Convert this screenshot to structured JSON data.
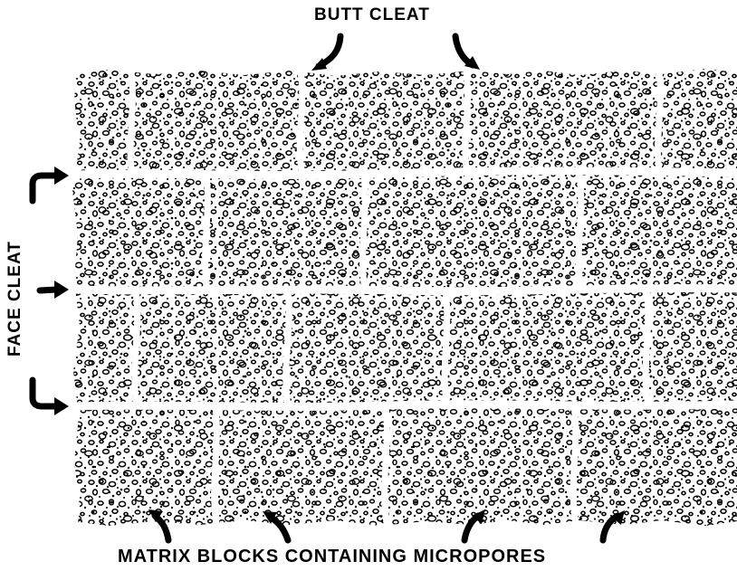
{
  "labels": {
    "butt_cleat": "BUTT CLEAT",
    "face_cleat": "FACE CLEAT",
    "matrix_blocks": "MATRIX BLOCKS CONTAINING MICROPORES"
  },
  "colors": {
    "ink": "#000000",
    "paper": "#ffffff"
  },
  "icons": {
    "pointer": "curved-arrow-icon"
  }
}
